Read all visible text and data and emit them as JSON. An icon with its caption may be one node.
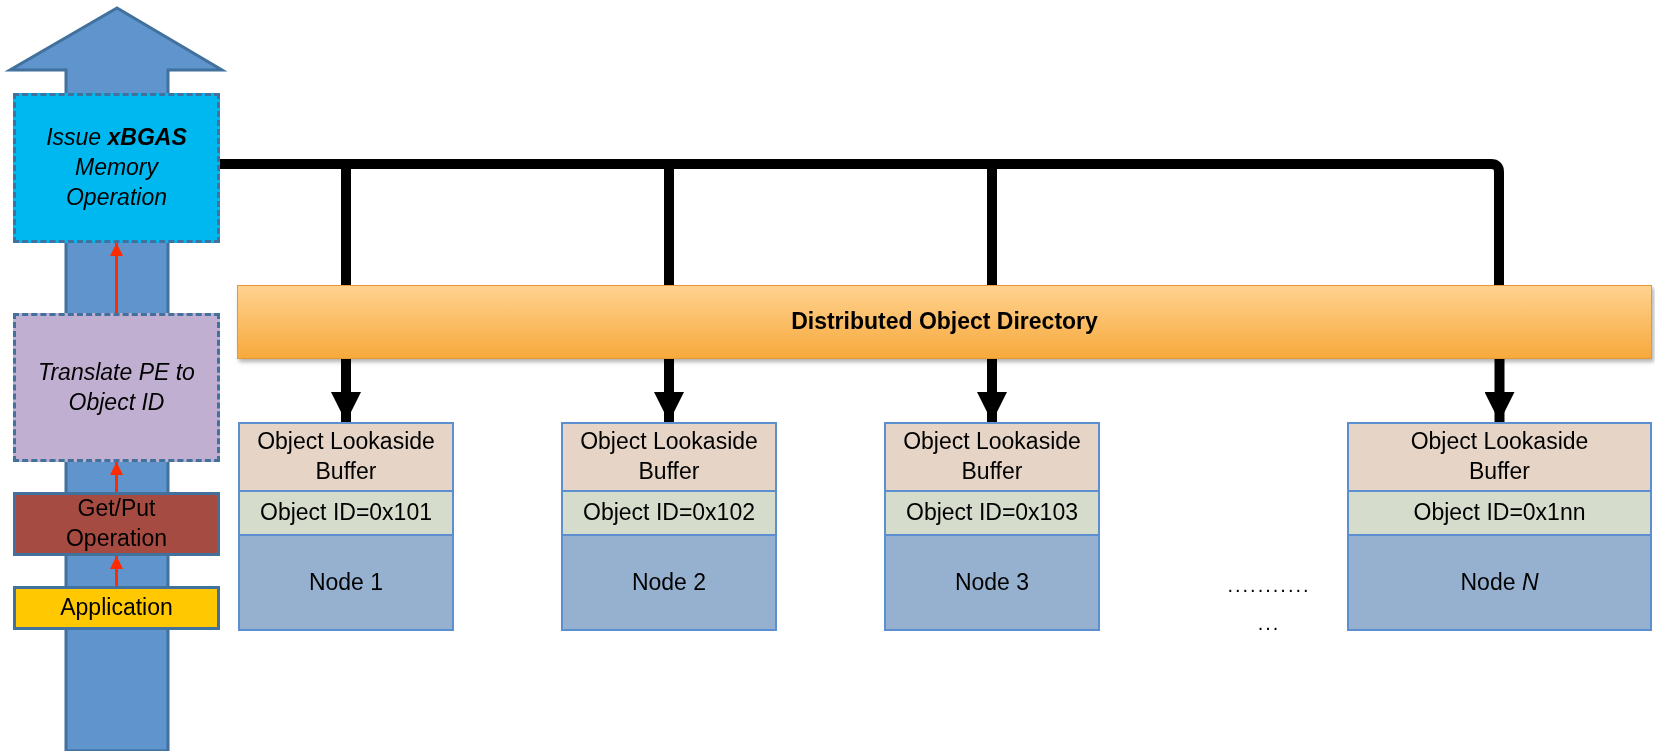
{
  "diagram": {
    "nodes": [
      {
        "text": [
          "Issue **xBGAS** Memory Operation"
        ]
      },
      {
        "text": [
          "Translate PE to Object ID"
        ]
      },
      {
        "text": [
          "Get/Put Operation"
        ]
      },
      {
        "text": [
          "Application"
        ]
      },
      {
        "text": [
          "Distributed Object Directory"
        ]
      },
      {
        "text": [
          "Object Lookaside Buffer",
          "Object ID=0x101",
          "Node 1"
        ]
      },
      {
        "text": [
          "Object Lookaside Buffer",
          "Object ID=0x102",
          "Node 2"
        ]
      },
      {
        "text": [
          "Object Lookaside Buffer",
          "Object ID=0x103",
          "Node 3"
        ]
      },
      {
        "text": [
          "Object Lookaside Buffer",
          "Object ID=0x1nn",
          "Node *N*"
        ]
      }
    ],
    "edges": [
      {
        "from": 3,
        "to": 2,
        "arrow": "to",
        "color": "#ff2a00"
      },
      {
        "from": 2,
        "to": 1,
        "arrow": "to",
        "color": "#ff2a00"
      },
      {
        "from": 1,
        "to": 0,
        "arrow": "to",
        "color": "#ff2a00"
      },
      {
        "from": 0,
        "to": 4,
        "arrow": "none"
      },
      {
        "from": 4,
        "to": 5,
        "arrow": "to"
      },
      {
        "from": 4,
        "to": 6,
        "arrow": "to"
      },
      {
        "from": 4,
        "to": 7,
        "arrow": "to"
      },
      {
        "from": 4,
        "to": 8,
        "arrow": "to"
      }
    ],
    "labels": [
      "...........",
      "..."
    ]
  }
}
